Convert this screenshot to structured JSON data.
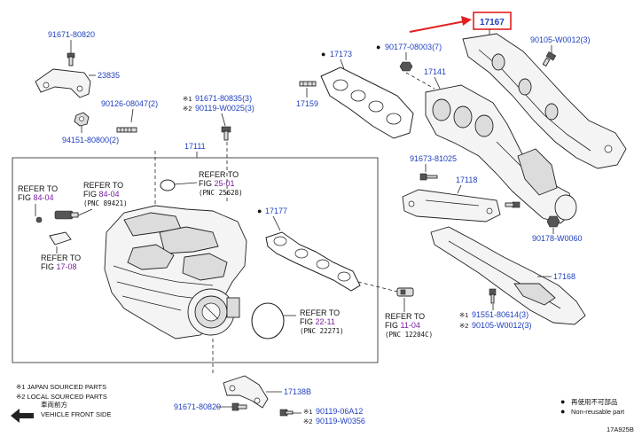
{
  "parts": {
    "p91671_80820_top": "91671-80820",
    "p23835": "23835",
    "p90126_08047": "90126-08047",
    "p90126_08047_qty": "(2)",
    "p94151_80800": "94151-80800",
    "p94151_80800_qty": "(2)",
    "p91671_80835": "91671-80835",
    "p91671_80835_qty": "(3)",
    "p90119_w0025": "90119-W0025",
    "p90119_w0025_qty": "(3)",
    "p17111": "17111",
    "p17173": "17173",
    "p17159": "17159",
    "p90177_08003": "90177-08003",
    "p90177_08003_qty": "(7)",
    "p17141": "17141",
    "p17167": "17167",
    "p90105_w0012_top": "90105-W0012",
    "p90105_w0012_top_qty": "(3)",
    "p91673_81025": "91673-81025",
    "p17118": "17118",
    "p17177": "17177",
    "p90178_w0060": "90178-W0060",
    "p17168": "17168",
    "p91551_80614": "91551-80614",
    "p91551_80614_qty": "(3)",
    "p90105_w0012_bot": "90105-W0012",
    "p90105_w0012_bot_qty": "(3)",
    "p17138b": "17138B",
    "p91671_80820_bot": "91671-80820",
    "p90119_06a12": "90119-06A12",
    "p90119_w0356": "90119-W0356"
  },
  "marks": {
    "japan": "※1",
    "local": "※2",
    "dot": "●"
  },
  "refs": {
    "refer_to": "REFER TO",
    "fig": "FIG",
    "fig_25_01": "25-01",
    "pnc_25628": "(PNC 25628)",
    "fig_84_04_a": "84-04",
    "fig_84_04_b": "84-04",
    "pnc_89421": "(PNC 89421)",
    "fig_17_08": "17-08",
    "fig_22_11": "22-11",
    "pnc_22271": "(PNC 22271)",
    "fig_11_04": "11-04",
    "pnc_12204c": "(PNC 12204C)"
  },
  "legend": {
    "japan_sourced": "※1 JAPAN SOURCED PARTS",
    "local_sourced": "※2 LOCAL SOURCED PARTS",
    "front_cn": "車両前方",
    "front_en": "VEHICLE FRONT SIDE",
    "nonreusable_cn": "再使用不可部品",
    "nonreusable_en": "Non-reusable part",
    "diagram_id": "17A925B"
  },
  "colors": {
    "part_number": "#1f3fbf",
    "fig_number": "#7a1fa0",
    "highlight": "#e02020"
  }
}
